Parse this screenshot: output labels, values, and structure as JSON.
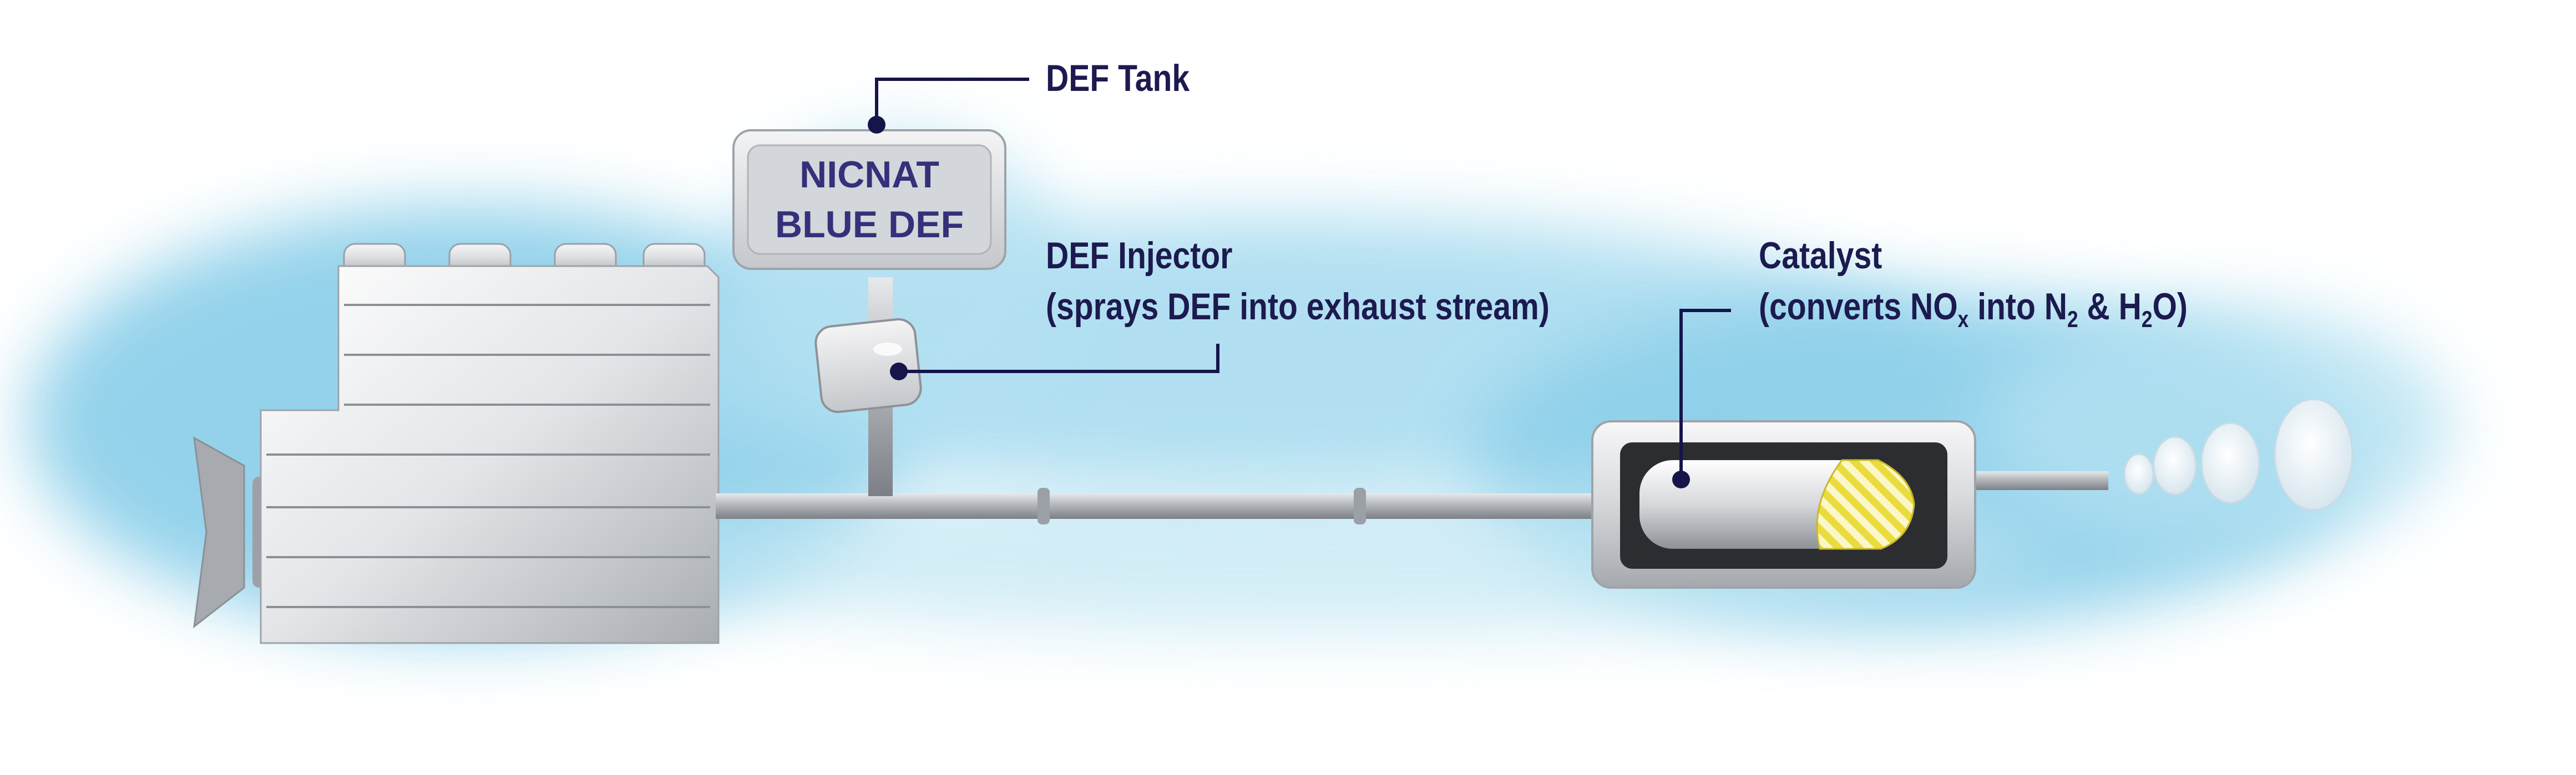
{
  "labels": {
    "def_tank": "DEF Tank",
    "def_injector": "DEF Injector",
    "def_injector_desc": "(sprays DEF into exhaust stream)",
    "catalyst": "Catalyst",
    "catalyst_desc": {
      "part1": "(converts NO",
      "sub_x": "x",
      "part2": " into N",
      "sub_2a": "2",
      "part3": " & H",
      "sub_2b": "2",
      "part4": "O)"
    }
  },
  "tank": {
    "line1": "NICNAT",
    "line2": "BLUE DEF"
  },
  "colors": {
    "label_text": "#1c1a4f",
    "tank_text": "#34307a",
    "halo": "#8fd0ea",
    "metal": "#c9ccd0",
    "catalyst_mesh": "#f2e85a",
    "callout_line": "#15154a"
  }
}
